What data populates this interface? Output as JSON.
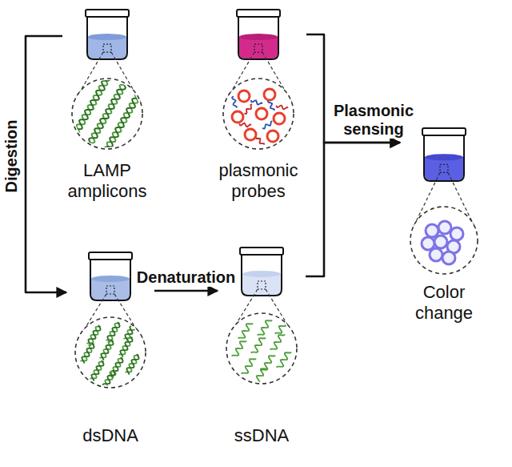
{
  "diagram": {
    "nodes": [
      {
        "text": [
          "LAMP amplicons"
        ]
      },
      {
        "text": [
          "plasmonic probes"
        ]
      },
      {
        "text": [
          "dsDNA"
        ]
      },
      {
        "text": [
          "ssDNA"
        ]
      },
      {
        "text": [
          "Color change"
        ]
      }
    ],
    "edges": [
      {
        "from": 0,
        "to": 2,
        "arrow": "to",
        "label": "Digestion"
      },
      {
        "from": 2,
        "to": 3,
        "arrow": "to",
        "label": "Denaturation"
      },
      {
        "from": 1,
        "to": 4,
        "arrow": "to",
        "label": "Plasmonic sensing"
      },
      {
        "from": 3,
        "to": 4,
        "arrow": "to"
      }
    ]
  }
}
